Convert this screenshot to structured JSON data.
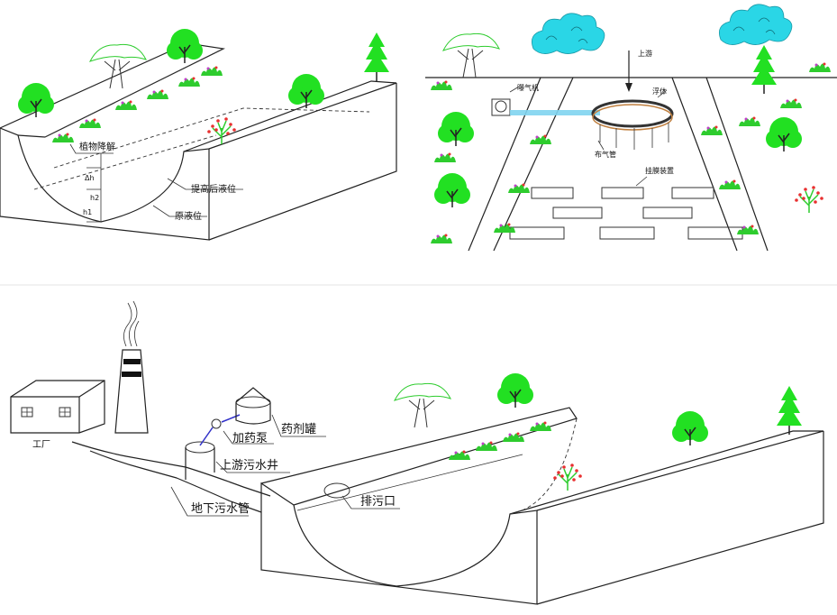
{
  "colors": {
    "tree_green": "#22e022",
    "leaf_green": "#2ecc2e",
    "cloud_cyan": "#2ad6e6",
    "flower_red": "#e83030",
    "flower_purple": "#c040c8",
    "line": "#222222",
    "bubble_blue": "#7fd4f0"
  },
  "panel1": {
    "plant": "植物降解",
    "raised": "提高后液位",
    "original": "原液位",
    "dh": "Δh",
    "h2": "h2",
    "h1": "h1"
  },
  "panel2": {
    "upstream": "上游",
    "aerator": "曝气机",
    "float": "浮体",
    "pipe": "布气管",
    "device": "挂膜装置"
  },
  "panel3": {
    "factory": "工厂",
    "dosing_pump": "加药泵",
    "tank": "药剂罐",
    "well": "上游污水井",
    "pipe": "地下污水管",
    "outlet": "排污口"
  }
}
